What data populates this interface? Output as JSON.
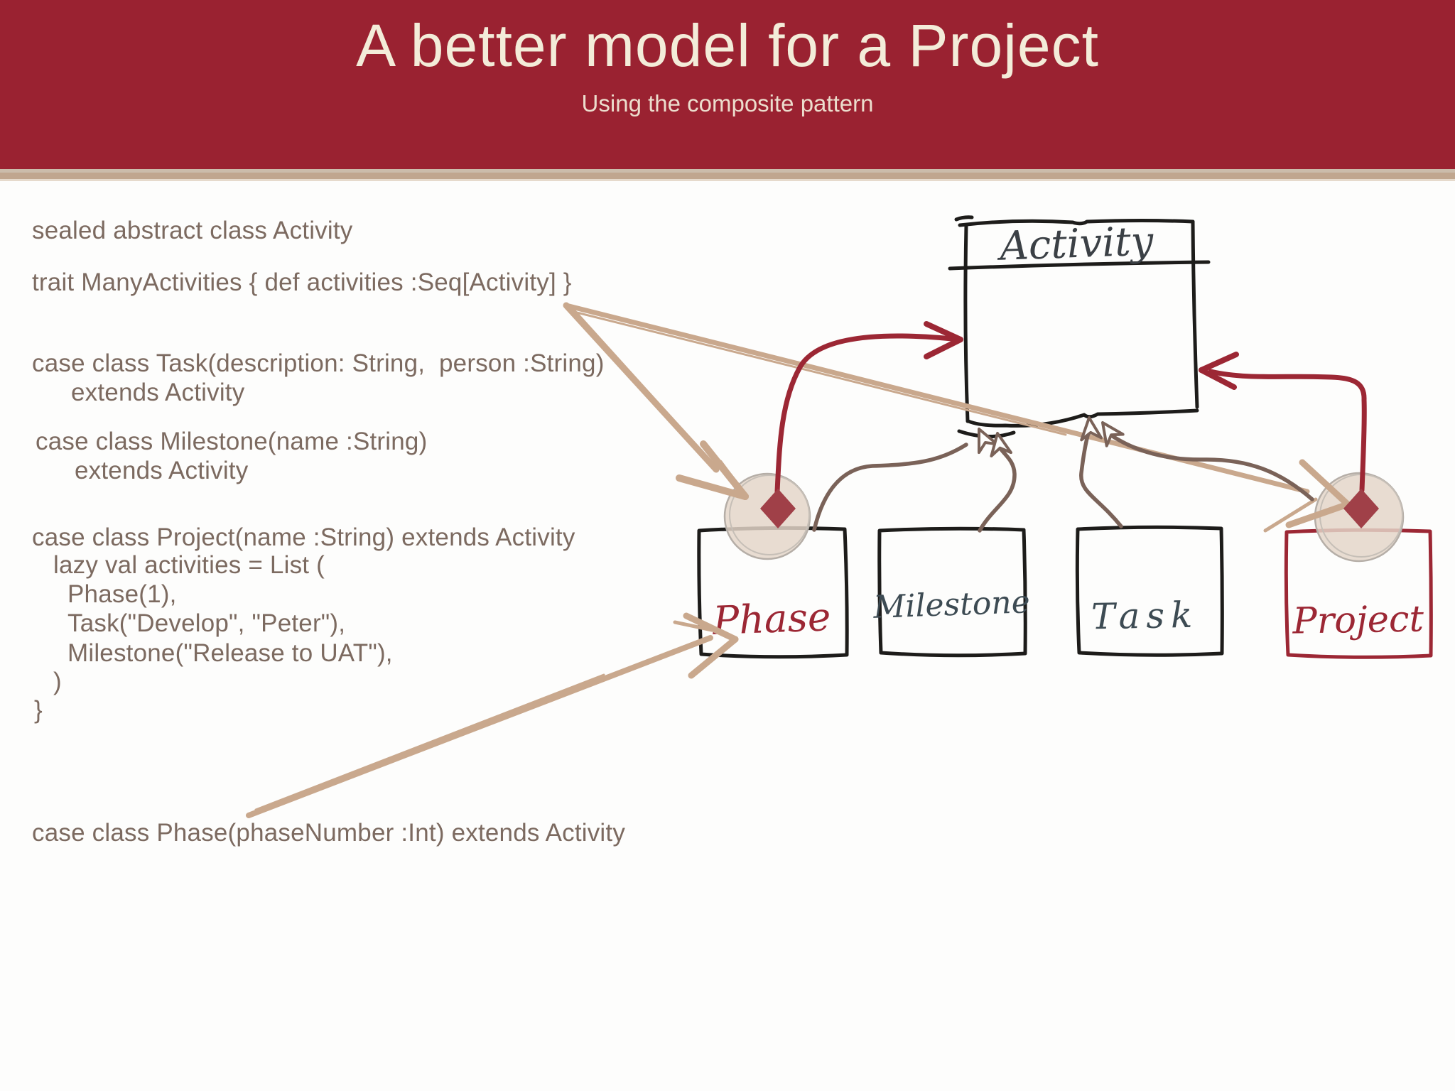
{
  "slide": {
    "title": "A better model for a Project",
    "subtitle": "Using the composite pattern"
  },
  "code": {
    "lines": [
      "sealed abstract class Activity",
      "trait ManyActivities { def activities :Seq[Activity] }",
      "case class Task(description: String,  person :String)",
      "extends Activity",
      "case class Milestone(name :String)",
      "extends Activity",
      "case class Project(name :String) extends Activity",
      "lazy val activities = List (",
      "Phase(1),",
      "Task(\"Develop\", \"Peter\"),",
      "Milestone(\"Release to UAT\"),",
      ")",
      "}",
      "case class Phase(phaseNumber :Int) extends Activity"
    ]
  },
  "diagram": {
    "classes": [
      {
        "name": "Activity"
      },
      {
        "name": "Phase"
      },
      {
        "name": "Milestone"
      },
      {
        "name": "Task"
      },
      {
        "name": "Project"
      }
    ],
    "relations": [
      {
        "from": "Phase",
        "to": "Activity",
        "type": "generalization"
      },
      {
        "from": "Milestone",
        "to": "Activity",
        "type": "generalization"
      },
      {
        "from": "Task",
        "to": "Activity",
        "type": "generalization"
      },
      {
        "from": "Project",
        "to": "Activity",
        "type": "generalization"
      },
      {
        "from": "Phase",
        "to": "Activity",
        "type": "composition"
      },
      {
        "from": "Project",
        "to": "Activity",
        "type": "composition"
      }
    ],
    "annotations": [
      {
        "from": "trait ManyActivities",
        "points_to": "Phase composition diamond"
      },
      {
        "from": "trait ManyActivities",
        "points_to": "Project composition diamond"
      },
      {
        "from": "case class Phase",
        "points_to": "Phase class box"
      }
    ]
  },
  "colors": {
    "header_red": "#9a2231",
    "stripe_tan": "#c0a68f",
    "background": "#fdfdfc",
    "title_cream": "#f3ecd9",
    "code_text": "#7c6a60",
    "ink": "#1d1c1a",
    "sketch_brown": "#7a6258",
    "sketch_red": "#9c2734",
    "diamond_red": "#a04048",
    "slate_label": "#3d4b53",
    "tan_arrow": "#c9a88d",
    "circle_fill": "#e4d5c8"
  }
}
